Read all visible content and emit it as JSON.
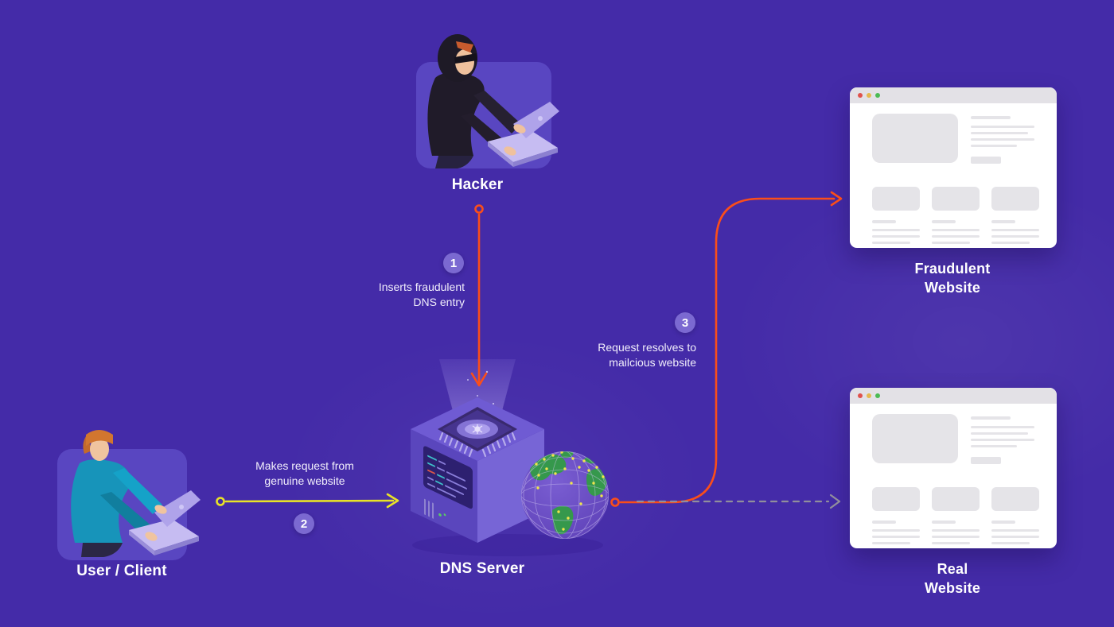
{
  "colors": {
    "background": "#442BA8",
    "card": "#5946C1",
    "badge": "#7B69D1",
    "arrow_orange": "#FB4E19",
    "arrow_yellow": "#E9E327",
    "arrow_dashed_gray": "#918E9C",
    "label_text": "#FFFFFF",
    "window_titlebar": "#E3E1E6",
    "skeleton_gray": "#E5E4E8",
    "traffic_red": "#E0524C",
    "traffic_yellow": "#E5B94E",
    "traffic_green": "#4CBB55"
  },
  "nodes": {
    "hacker": {
      "label": "Hacker"
    },
    "dns_server": {
      "label": "DNS Server"
    },
    "user_client": {
      "label": "User / Client"
    },
    "fraudulent_website": {
      "label_line1": "Fraudulent",
      "label_line2": "Website"
    },
    "real_website": {
      "label_line1": "Real",
      "label_line2": "Website"
    }
  },
  "steps": [
    {
      "number": "1",
      "label_line1": "Inserts fraudulent",
      "label_line2": "DNS entry",
      "from": "Hacker",
      "to": "DNS Server",
      "arrow_color": "#FB4E19",
      "arrow_style": "solid"
    },
    {
      "number": "2",
      "label_line1": "Makes request from",
      "label_line2": "genuine website",
      "from": "User / Client",
      "to": "DNS Server",
      "arrow_color": "#E9E327",
      "arrow_style": "solid"
    },
    {
      "number": "3",
      "label_line1": "Request resolves to",
      "label_line2": "mailcious website",
      "from": "DNS Server",
      "to": "Fraudulent Website",
      "arrow_color": "#FB4E19",
      "arrow_style": "solid"
    }
  ],
  "unlabeled_edges": [
    {
      "from": "DNS Server",
      "to": "Real Website",
      "arrow_color": "#918E9C",
      "arrow_style": "dashed"
    }
  ]
}
